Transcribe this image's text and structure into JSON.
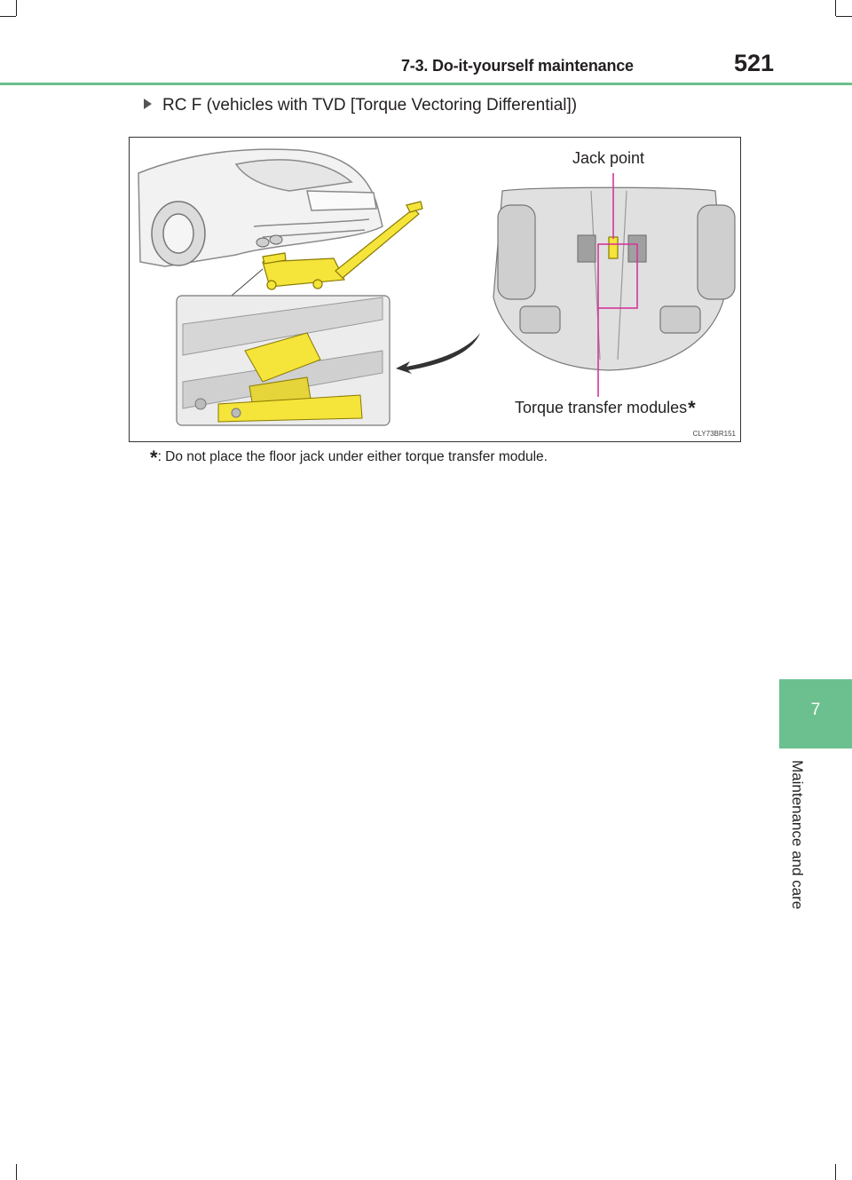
{
  "header": {
    "section_title": "7-3. Do-it-yourself maintenance",
    "page_number": "521"
  },
  "section": {
    "heading": "RC F (vehicles with TVD [Torque Vectoring Differential])"
  },
  "figure": {
    "label_jack_point": "Jack point",
    "label_torque_modules": "Torque transfer modules",
    "label_torque_mark": "*",
    "code": "CLY73BR151",
    "highlight_color": "#f5e43a",
    "callout_color": "#d4369b"
  },
  "footnote": {
    "mark": "*",
    "text": ": Do not place the floor jack under either torque transfer module."
  },
  "side_tab": {
    "chapter_number": "7",
    "chapter_name": "Maintenance and care",
    "color": "#6cc08f"
  }
}
